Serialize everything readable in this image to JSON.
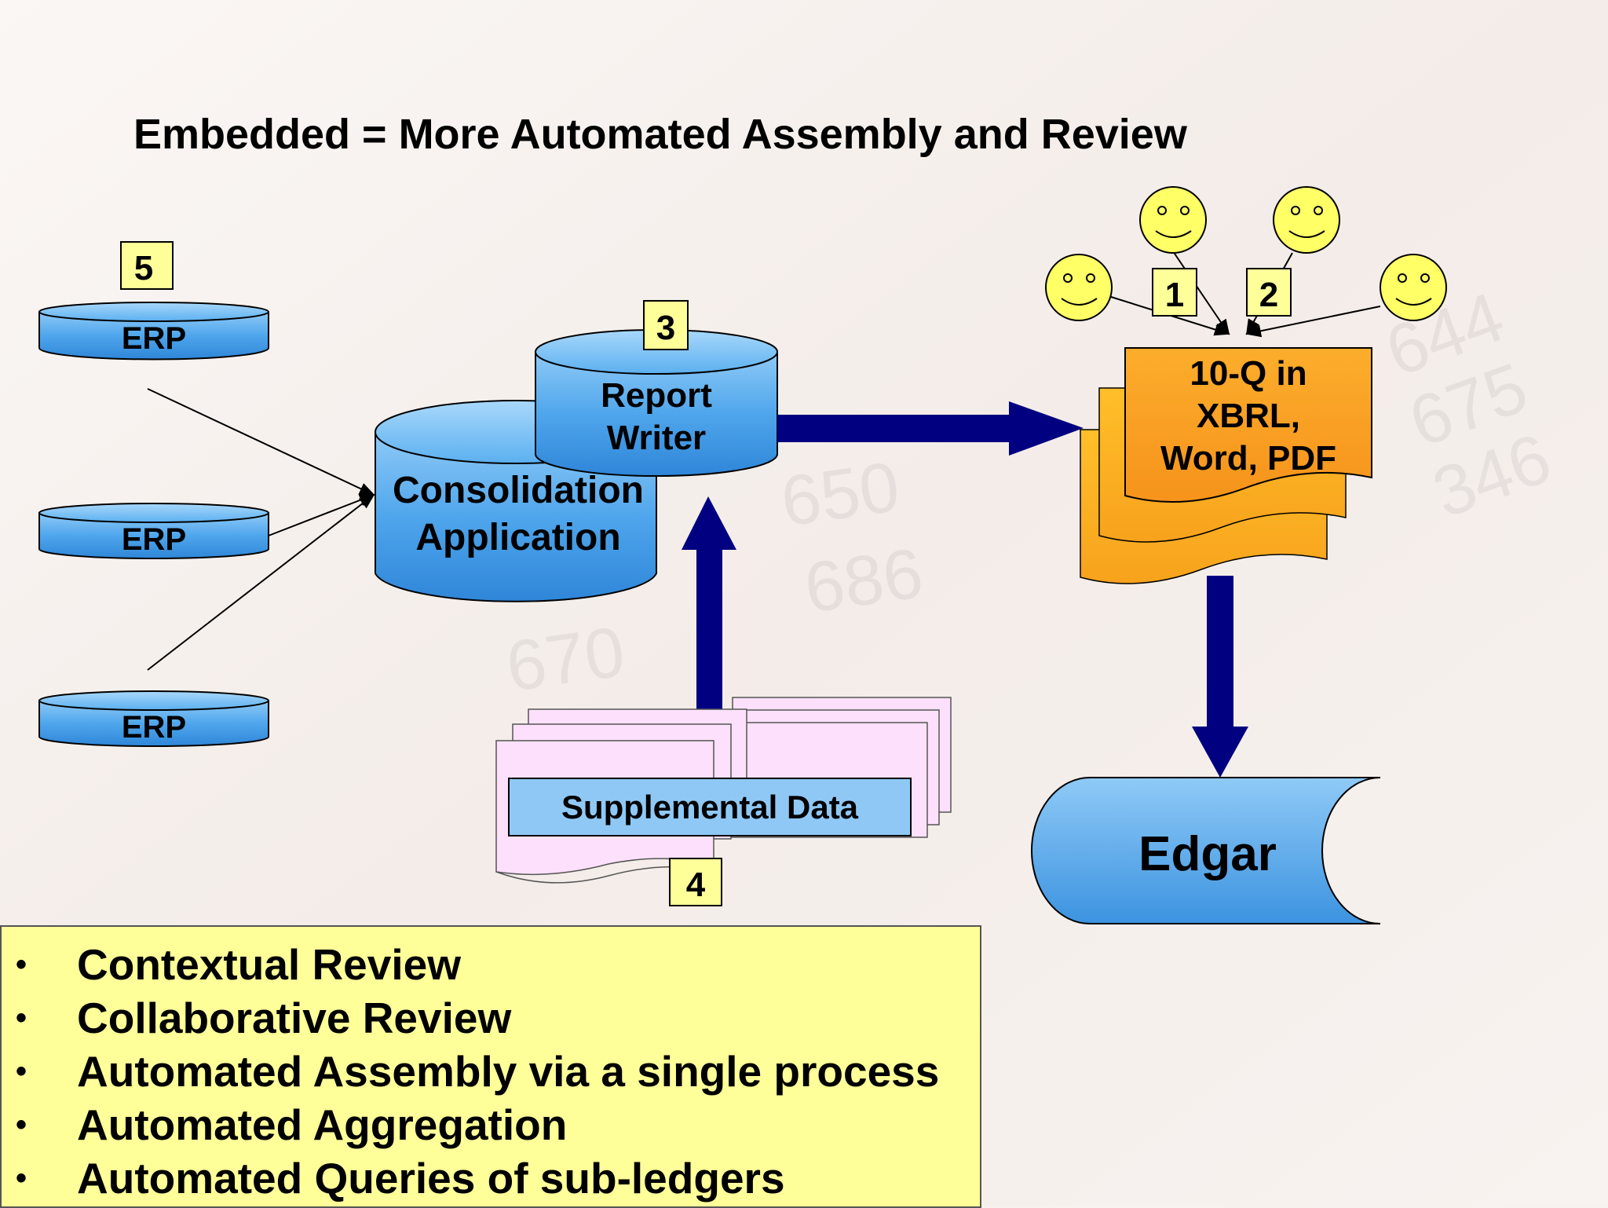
{
  "title": "Embedded = More Automated Assembly and Review",
  "nodes": {
    "erp_top": "ERP",
    "erp_middle": "ERP",
    "erp_bottom": "ERP",
    "consolidation_line1": "Consolidation",
    "consolidation_line2": "Application",
    "report_writer_line1": "Report",
    "report_writer_line2": "Writer",
    "tenq_line1": "10-Q in",
    "tenq_line2": "XBRL,",
    "tenq_line3": "Word, PDF",
    "supplemental": "Supplemental Data",
    "edgar": "Edgar"
  },
  "badges": {
    "b1": "1",
    "b2": "2",
    "b3": "3",
    "b4": "4",
    "b5": "5"
  },
  "bullets": [
    "Contextual Review",
    "Collaborative Review",
    "Automated Assembly via a single process",
    "Automated Aggregation",
    "Automated Queries of sub-ledgers"
  ],
  "bullet_symbol": "•",
  "colors": {
    "cylinder_blue": "#4fa6ec",
    "navy_arrow": "#000080",
    "document_orange": "#f7a21c",
    "smiley_yellow": "#ffff66",
    "badge_yellow": "#ffff99",
    "pink_docs": "#fde0fb"
  }
}
